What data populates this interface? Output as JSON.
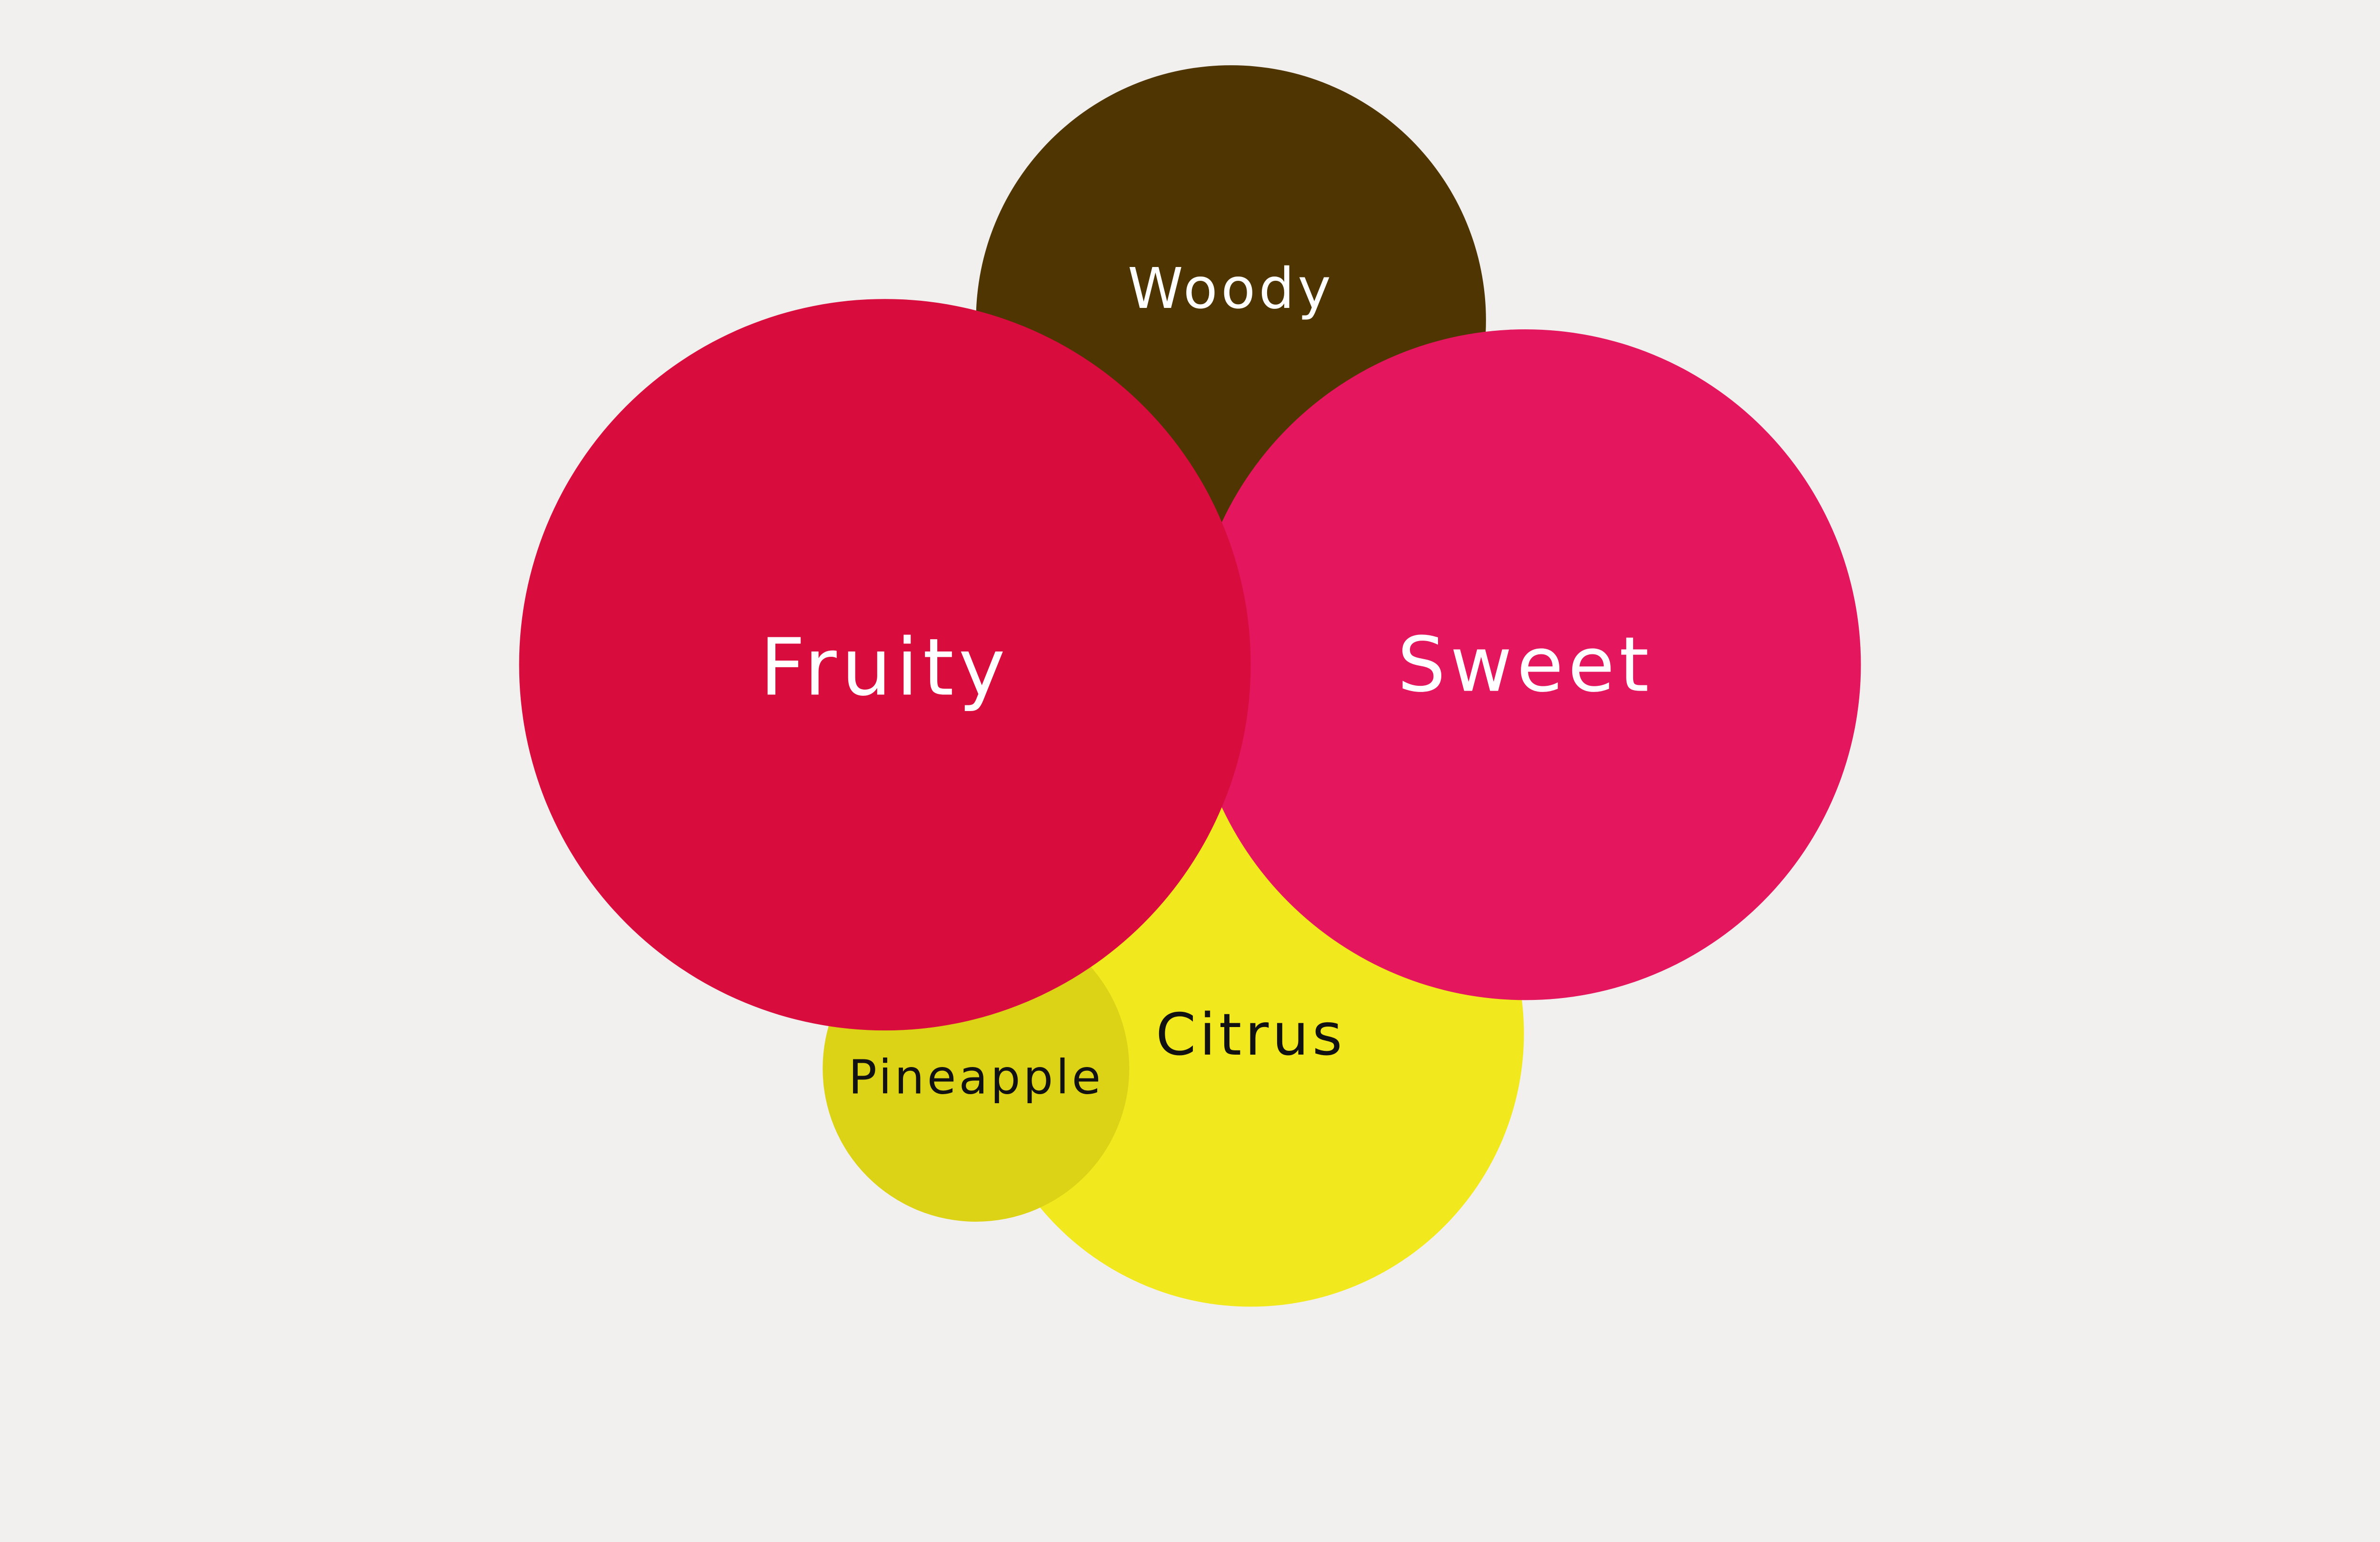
{
  "background": "#F1F0EE",
  "bubbles": {
    "citrus": {
      "label": "Citrus",
      "color": "#F2E81E",
      "text_color": "#111111"
    },
    "pineapple": {
      "label": "Pineapple",
      "color": "#DCD316",
      "text_color": "#111111"
    },
    "woody": {
      "label": "Woody",
      "color": "#4F3502",
      "text_color": "#FFFFFF"
    },
    "sweet": {
      "label": "Sweet",
      "color": "#E3165E",
      "text_color": "#FFFFFF"
    },
    "fruity": {
      "label": "Fruity",
      "color": "#D90C3E",
      "text_color": "#FFFFFF"
    }
  }
}
